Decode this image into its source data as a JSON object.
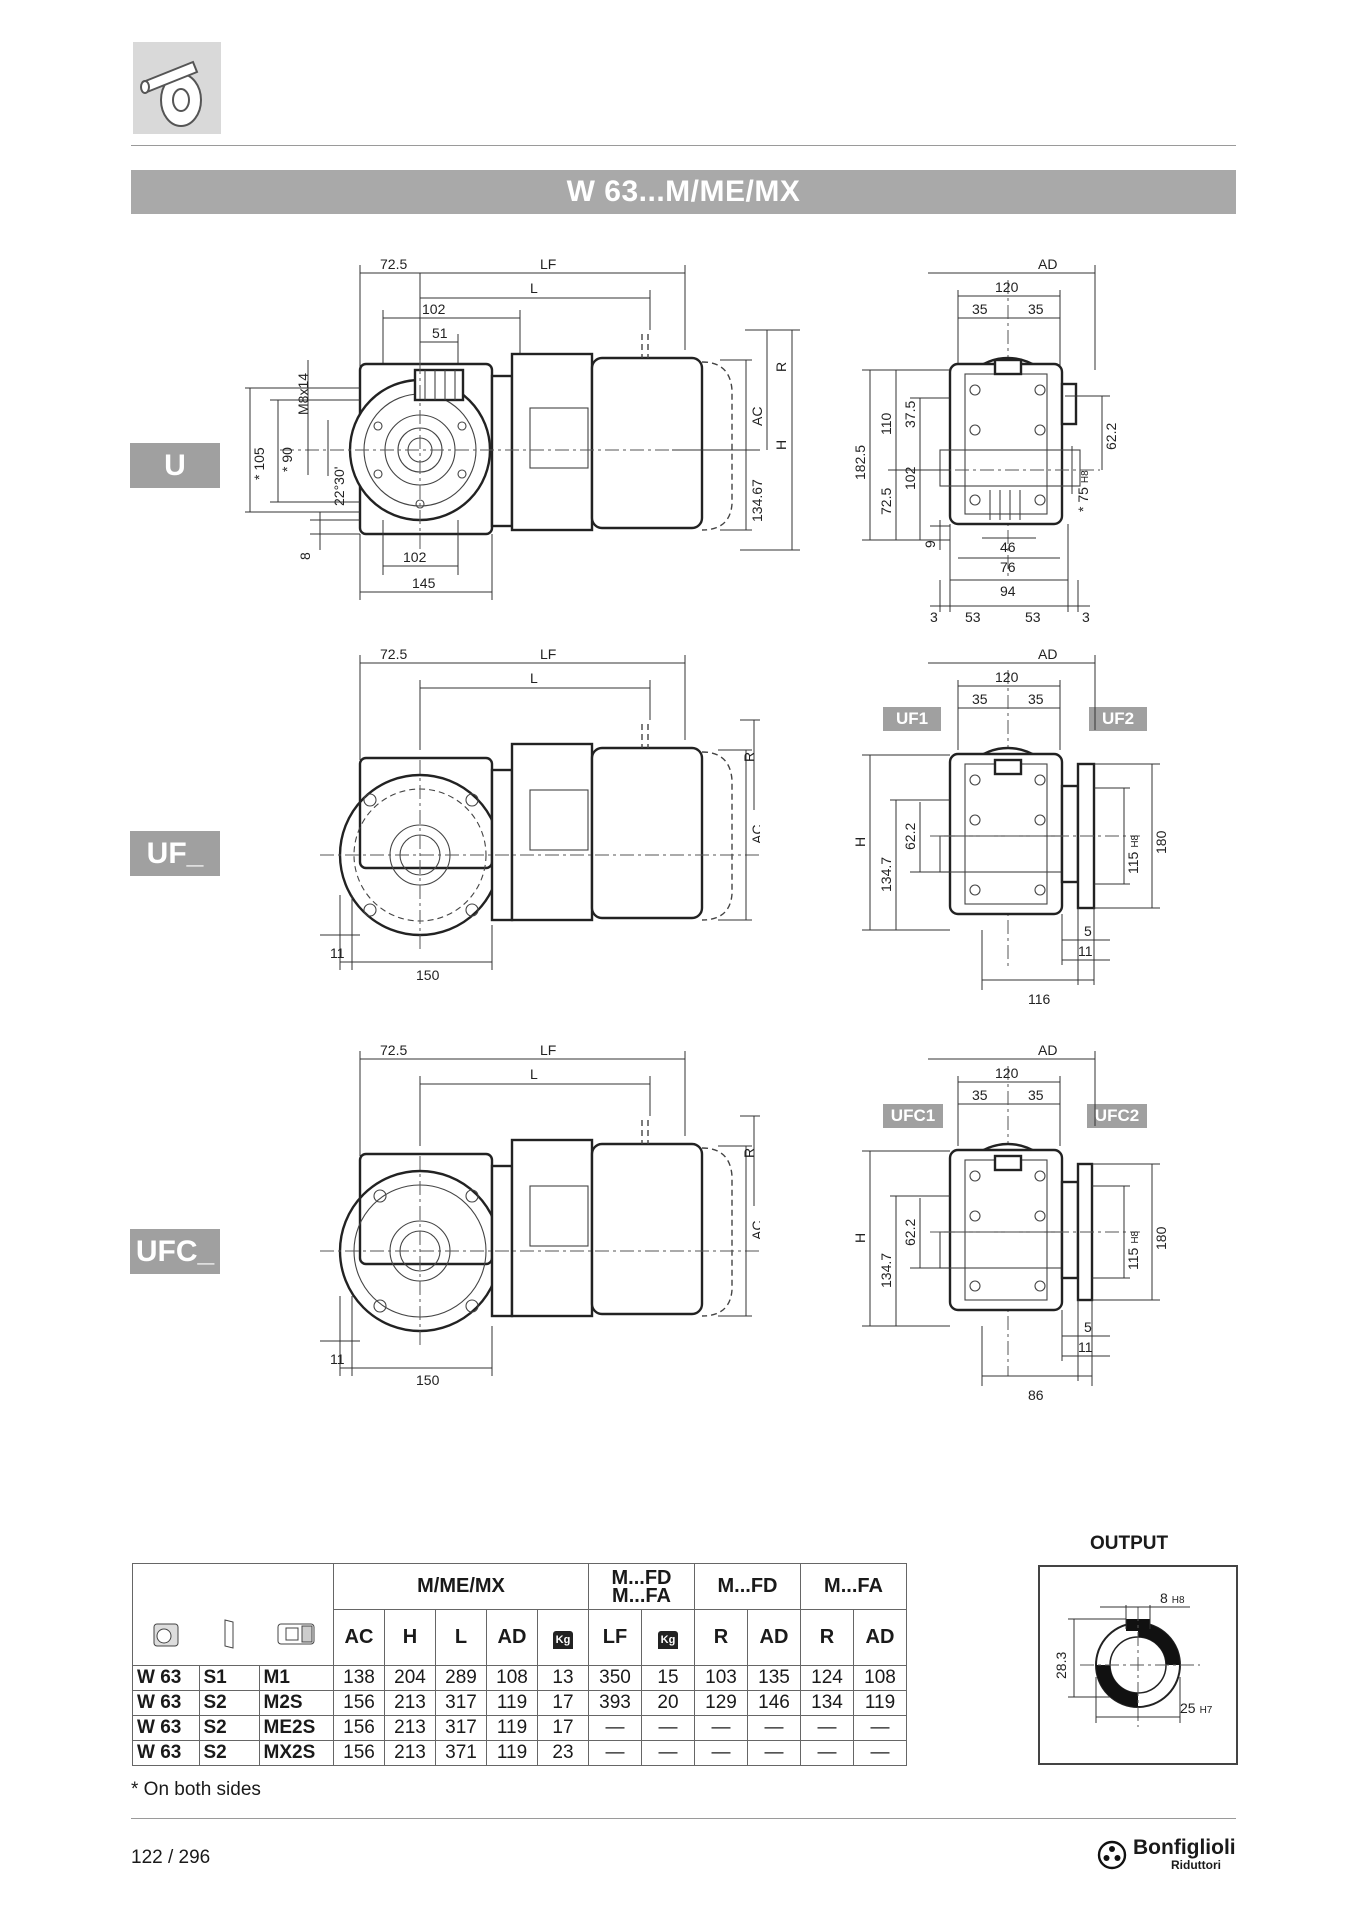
{
  "header": {
    "title": "W 63...M/ME/MX"
  },
  "sections": {
    "u": {
      "label": "U"
    },
    "uf": {
      "label": "UF_",
      "left_tag": "UF1",
      "right_tag": "UF2"
    },
    "ufc": {
      "label": "UFC_",
      "left_tag": "UFC1",
      "right_tag": "UFC2"
    }
  },
  "drawing_u": {
    "side": {
      "d72_5": "72.5",
      "lf": "LF",
      "l": "L",
      "d102": "102",
      "d51": "51",
      "m8": "M8x14",
      "s105": "* 105",
      "s90": "* 90",
      "angle": "22°30'",
      "d8": "8",
      "d102b": "102",
      "d145": "145",
      "ac": "AC",
      "r": "R",
      "h": "H",
      "d134": "134.67"
    },
    "front": {
      "ad": "AD",
      "d120": "120",
      "d35a": "35",
      "d35b": "35",
      "d182": "182.5",
      "d110": "110",
      "d37": "37.5",
      "d102": "102",
      "d72": "72.5",
      "d9": "9",
      "d46": "46",
      "d76": "76",
      "d94": "94",
      "d3a": "3",
      "d53a": "53",
      "d53b": "53",
      "d3b": "3",
      "s75": "* 75",
      "h8": "H8",
      "d62": "62.2"
    }
  },
  "drawing_uf": {
    "side": {
      "d72_5": "72.5",
      "lf": "LF",
      "l": "L",
      "r": "R",
      "ac": "AC",
      "d11": "11",
      "d150": "150"
    },
    "front": {
      "ad": "AD",
      "d120": "120",
      "d35a": "35",
      "d35b": "35",
      "h": "H",
      "d134": "134.7",
      "d62": "62.2",
      "d115": "115",
      "h8": "H8",
      "d180": "180",
      "d5": "5",
      "d11": "11",
      "d116": "116"
    }
  },
  "drawing_ufc": {
    "side": {
      "d72_5": "72.5",
      "lf": "LF",
      "l": "L",
      "r": "R",
      "ac": "AC",
      "d11": "11",
      "d150": "150"
    },
    "front": {
      "ad": "AD",
      "d120": "120",
      "d35a": "35",
      "d35b": "35",
      "h": "H",
      "d134": "134.7",
      "d62": "62.2",
      "d115": "115",
      "h8": "H8",
      "d180": "180",
      "d5": "5",
      "d11": "11",
      "d86": "86"
    }
  },
  "table": {
    "group_headers": [
      "M/ME/MX",
      "M...FD",
      "M...FA",
      "M...FD",
      "M...FA"
    ],
    "columns": [
      "AC",
      "H",
      "L",
      "AD",
      "LF",
      "R",
      "AD",
      "R",
      "AD"
    ],
    "weight_icon": "Kg",
    "rows": [
      [
        "W 63",
        "S1",
        "M1",
        "138",
        "204",
        "289",
        "108",
        "13",
        "350",
        "15",
        "103",
        "135",
        "124",
        "108"
      ],
      [
        "W 63",
        "S2",
        "M2S",
        "156",
        "213",
        "317",
        "119",
        "17",
        "393",
        "20",
        "129",
        "146",
        "134",
        "119"
      ],
      [
        "W 63",
        "S2",
        "ME2S",
        "156",
        "213",
        "317",
        "119",
        "17",
        "—",
        "—",
        "—",
        "—",
        "—",
        "—"
      ],
      [
        "W 63",
        "S2",
        "MX2S",
        "156",
        "213",
        "371",
        "119",
        "23",
        "—",
        "—",
        "—",
        "—",
        "—",
        "—"
      ]
    ]
  },
  "output": {
    "title": "OUTPUT",
    "key_width": "8",
    "key_tol": "H8",
    "depth": "28.3",
    "bore": "25",
    "bore_tol": "H7"
  },
  "footnote": "* On both sides",
  "footer": {
    "page": "122 / 296",
    "brand": "Bonfiglioli",
    "brand_sub": "Riduttori"
  }
}
